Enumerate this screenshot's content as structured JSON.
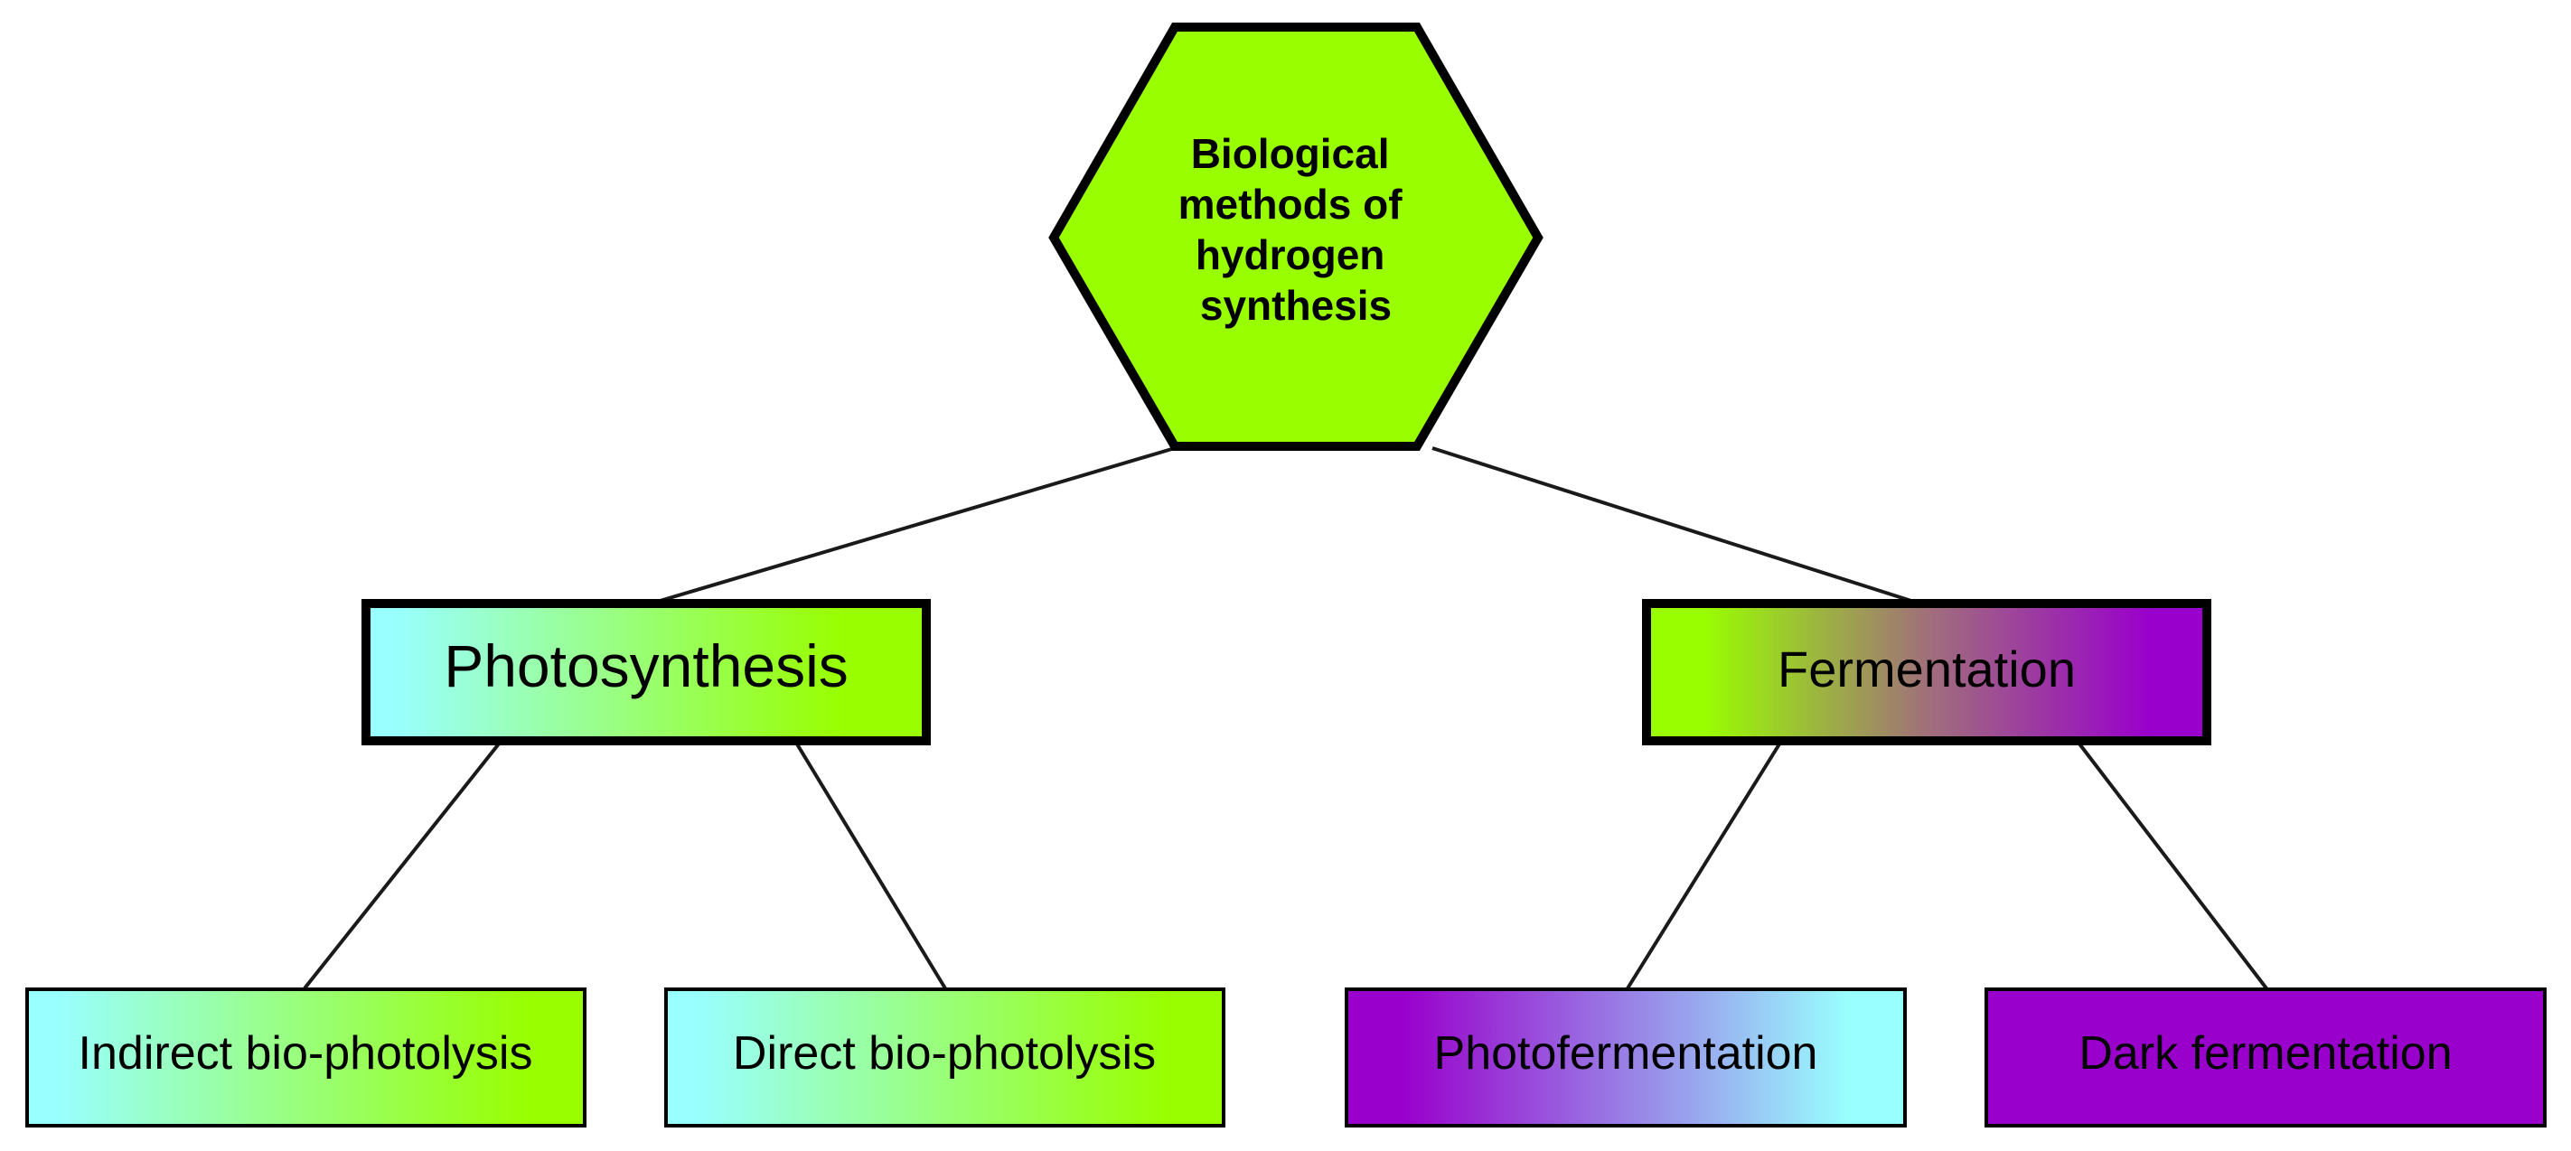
{
  "root": {
    "label_lines": [
      "Biological",
      "methods of",
      "hydrogen",
      "synthesis"
    ],
    "fill": "#99ff00"
  },
  "branches": [
    {
      "label": "Photosynthesis",
      "gradient": [
        "#99ffff",
        "#99ff00"
      ],
      "children": [
        {
          "label": "Indirect bio-photolysis",
          "gradient": [
            "#99ffff",
            "#99ff00"
          ]
        },
        {
          "label": "Direct bio-photolysis",
          "gradient": [
            "#99ffff",
            "#99ff00"
          ]
        }
      ]
    },
    {
      "label": "Fermentation",
      "gradient": [
        "#99ff00",
        "#9900cc"
      ],
      "children": [
        {
          "label": "Photofermentation",
          "gradient": [
            "#9900cc",
            "#99ffff"
          ]
        },
        {
          "label": "Dark fermentation",
          "gradient": [
            "#9900cc",
            "#9900cc"
          ]
        }
      ]
    }
  ]
}
